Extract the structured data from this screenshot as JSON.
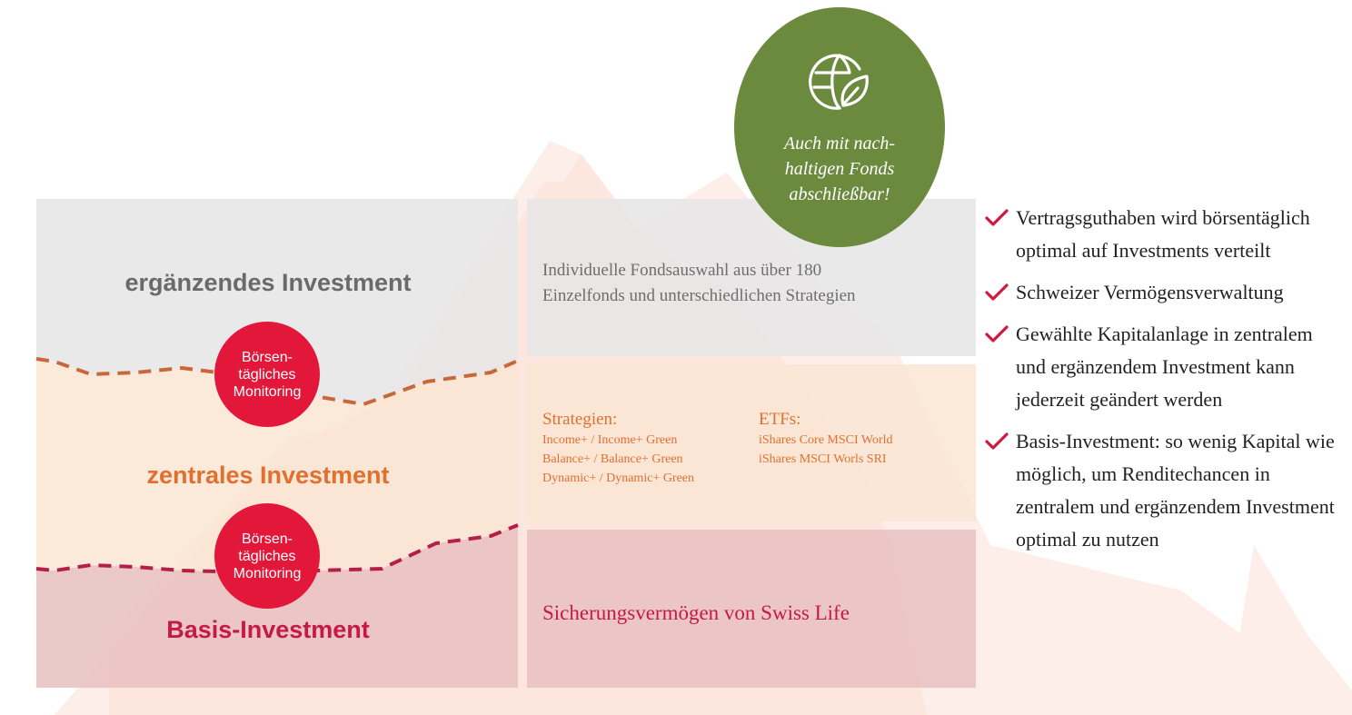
{
  "tiers": {
    "top": {
      "title": "ergänzendes Investment",
      "description": "Individuelle Fondsauswahl aus über 180\nEinzelfonds und unterschiedlichen Strategien"
    },
    "middle": {
      "title": "zentrales Investment",
      "strategies_heading": "Strategien:",
      "strategies": [
        "Income+ / Income+ Green",
        "Balance+ / Balance+ Green",
        "Dynamic+ / Dynamic+ Green"
      ],
      "etfs_heading": "ETFs:",
      "etfs": [
        "iShares Core MSCI World",
        "iShares MSCI Worls SRI"
      ]
    },
    "basis": {
      "title": "Basis-Investment",
      "description": "Sicherungsvermögen von Swiss Life"
    }
  },
  "monitoring_badges": [
    {
      "label": "Börsen-\ntägliches\nMonitoring"
    },
    {
      "label": "Börsen-\ntägliches\nMonitoring"
    }
  ],
  "sustainability": {
    "icon": "globe-leaf-icon",
    "text": "Auch mit nach-\nhaltigen Fonds\nabschließbar!"
  },
  "benefits": [
    "Vertragsguthaben wird börsentäglich optimal auf Investments verteilt",
    "Schweizer Vermögensverwaltung",
    "Gewählte Kapitalanlage in zentralem und ergänzendem Investment kann jederzeit geändert werden",
    "Basis-Investment: so wenig Kapital wie möglich, um Renditechancen in zentralem und ergänzendem Investment optimal zu nutzen"
  ],
  "colors": {
    "top_tier": "#e6e6e6",
    "middle_tier": "#fbe6d4",
    "basis_tier": "#e8c2c2",
    "accent_orange": "#e07030",
    "accent_red": "#c41a4a",
    "badge_red": "#e2173a",
    "green": "#6b8a3d",
    "check_red": "#d4183d"
  }
}
